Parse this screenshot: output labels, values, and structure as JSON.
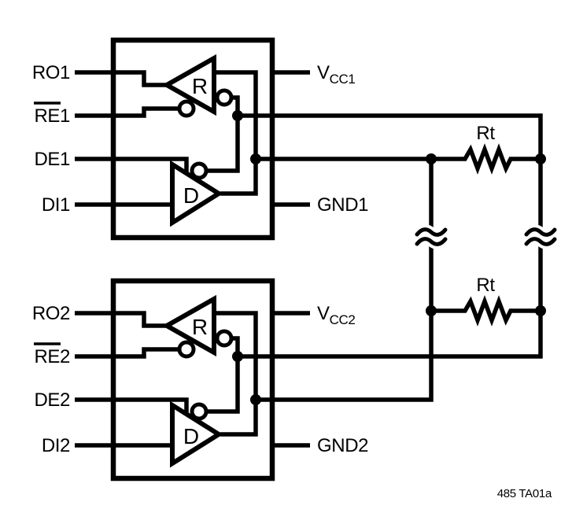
{
  "figure": {
    "code": "485 TA01a"
  },
  "colors": {
    "ink": "#000000",
    "background": "#ffffff"
  },
  "transceiver1": {
    "receiver_label": "R",
    "driver_label": "D",
    "pin_ro": "RO1",
    "pin_re": "RE1",
    "pin_de": "DE1",
    "pin_di": "DI1",
    "pin_vcc_main": "V",
    "pin_vcc_sub": "CC1",
    "pin_gnd": "GND1"
  },
  "transceiver2": {
    "receiver_label": "R",
    "driver_label": "D",
    "pin_ro": "RO2",
    "pin_re": "RE2",
    "pin_de": "DE2",
    "pin_di": "DI2",
    "pin_vcc_main": "V",
    "pin_vcc_sub": "CC2",
    "pin_gnd": "GND2"
  },
  "termination": {
    "rt_top": "Rt",
    "rt_bottom": "Rt"
  }
}
